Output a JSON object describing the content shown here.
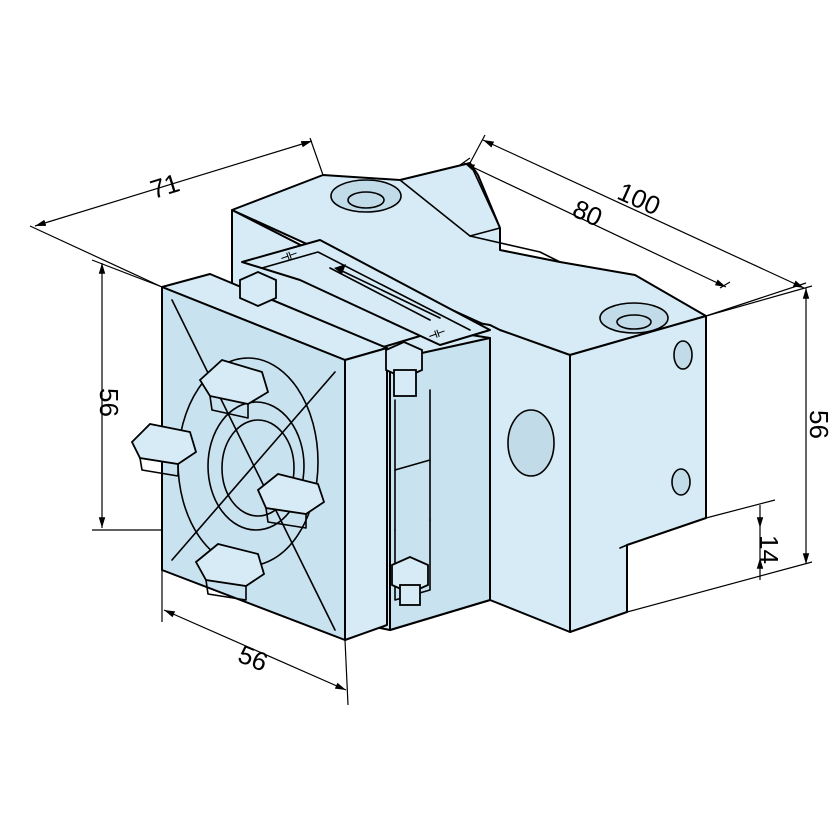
{
  "dimensions": {
    "depth_71": "71",
    "length_100": "100",
    "length_80": "80",
    "front_height_56": "56",
    "right_height_56": "56",
    "slot_14": "14",
    "front_width_56": "56"
  },
  "colors": {
    "body": "#d6ebf5",
    "line": "#000000"
  }
}
